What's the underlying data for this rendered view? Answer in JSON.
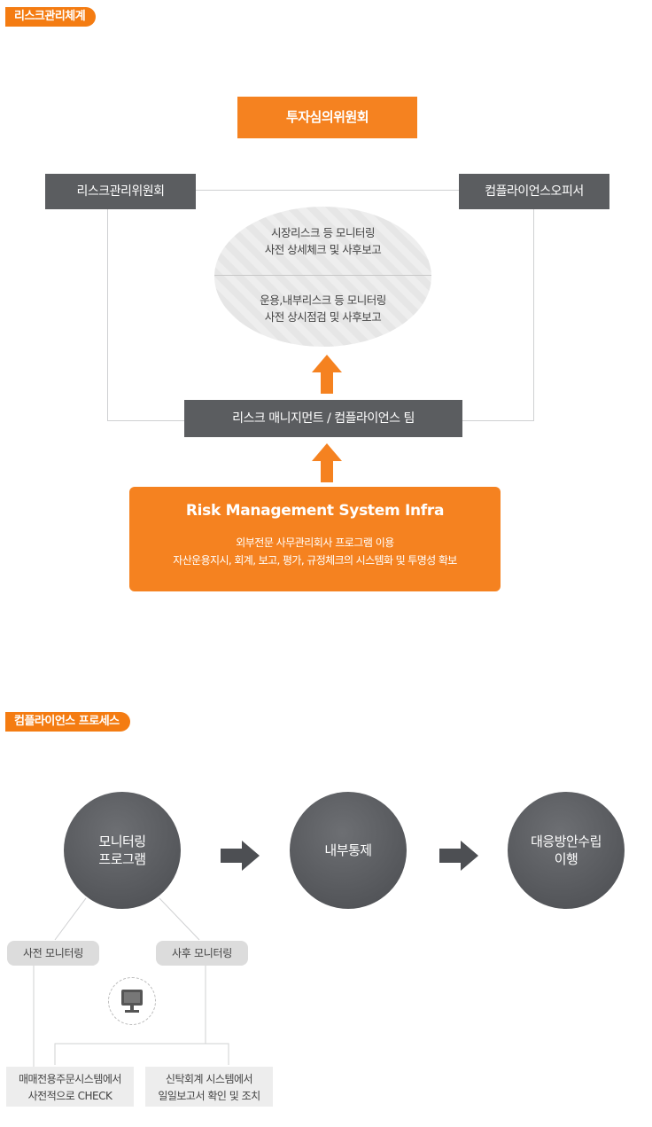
{
  "section1": {
    "title": "리스크관리체계",
    "top_committee": "투자심의위원회",
    "left_committee": "리스크관리위원회",
    "right_office": "컴플라이언스오피서",
    "ellipse_upper": [
      "시장리스크 등 모니터링",
      "사전 상세체크 및 사후보고"
    ],
    "ellipse_lower": [
      "운용,내부리스크 등 모니터링",
      "사전 상시점검 및 사후보고"
    ],
    "team": "리스크 매니지먼트 / 컴플라이언스 팀",
    "infra_title": "Risk Management System Infra",
    "infra_lines": [
      "외부전문 사무관리회사 프로그램 이용",
      "자산운용지시, 회계, 보고, 평가, 규정체크의 시스템화 및 투명성 확보"
    ],
    "colors": {
      "orange": "#f58220",
      "gray": "#5b5d60"
    }
  },
  "section2": {
    "title": "컴플라이언스 프로세스",
    "steps": [
      [
        "모니터링",
        "프로그램"
      ],
      [
        "내부통제"
      ],
      [
        "대응방안수립",
        "이행"
      ]
    ],
    "sub_pre": "사전 모니터링",
    "sub_post": "사후 모니터링",
    "icon": "monitor-icon",
    "box_left": [
      "매매전용주문시스템에서",
      "사전적으로 CHECK"
    ],
    "box_right": [
      "신탁회계 시스템에서",
      "일일보고서 확인 및 조치"
    ]
  }
}
